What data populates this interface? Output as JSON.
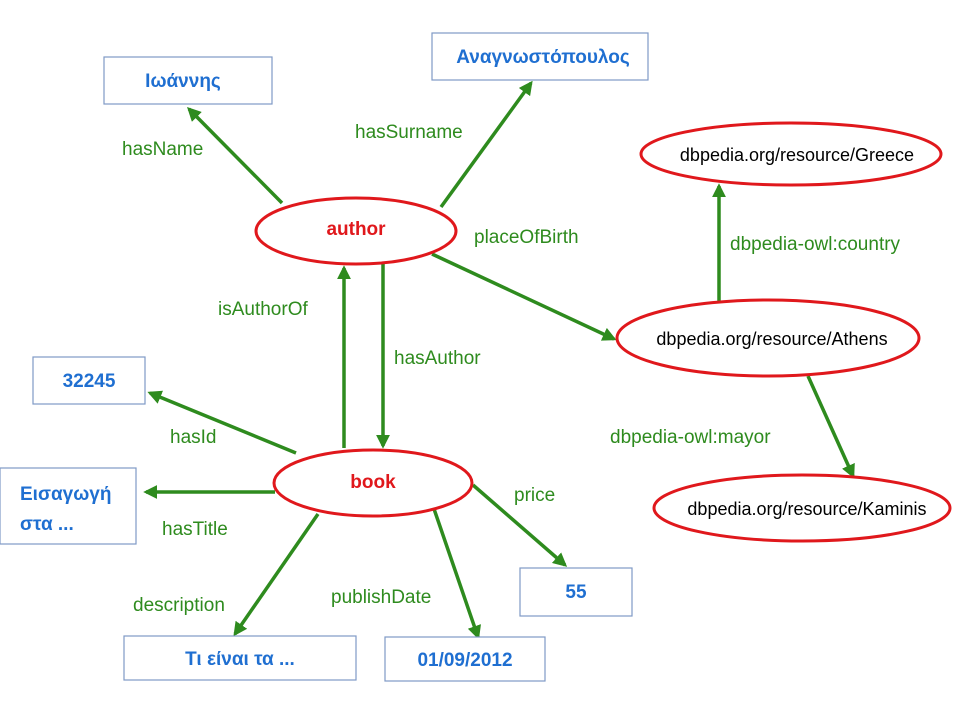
{
  "colors": {
    "edge": "#2e8b1e",
    "edge_label": "#2e8b1e",
    "ellipse_stroke": "#e0181c",
    "class_text": "#e0181c",
    "literal_text": "#1f6fd1",
    "rect_stroke": "#7f9ac6",
    "resource_text": "#000000"
  },
  "nodes": {
    "author": "author",
    "book": "book",
    "greece": "dbpedia.org/resource/Greece",
    "athens": "dbpedia.org/resource/Athens",
    "kaminis": "dbpedia.org/resource/Kaminis",
    "name": "Ιωάννης",
    "surname": "Αναγνωστόπουλος",
    "id": "32245",
    "title_line1": "Εισαγωγή",
    "title_line2": "στα ...",
    "price": "55",
    "description": "Τι είναι τα ...",
    "date": "01/09/2012"
  },
  "edges": {
    "hasName": "hasName",
    "hasSurname": "hasSurname",
    "placeOfBirth": "placeOfBirth",
    "isAuthorOf": "isAuthorOf",
    "hasAuthor": "hasAuthor",
    "country": "dbpedia-owl:country",
    "mayor": "dbpedia-owl:mayor",
    "hasId": "hasId",
    "hasTitle": "hasTitle",
    "price": "price",
    "description": "description",
    "publishDate": "publishDate"
  }
}
